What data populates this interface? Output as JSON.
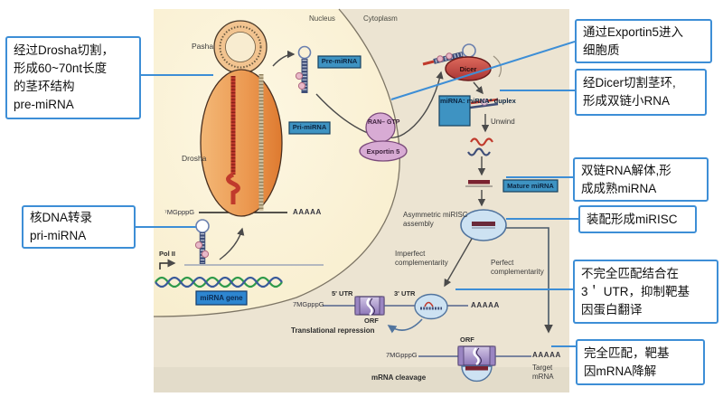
{
  "callouts": {
    "drosha_cut": {
      "lines": [
        "经过Drosha切割，",
        "形成60~70nt长度",
        "的茎环结构",
        "pre-miRNA"
      ]
    },
    "nuclear_tx": {
      "lines": [
        "核DNA转录",
        "pri-miRNA"
      ]
    },
    "exportin": {
      "lines": [
        "通过Exportin5进入",
        "细胞质"
      ]
    },
    "dicer_cut": {
      "lines": [
        "经Dicer切割茎环,",
        "形成双链小RNA"
      ]
    },
    "unwind_step": {
      "lines": [
        "双链RNA解体,形",
        "成成熟miRNA"
      ]
    },
    "risc_step": {
      "lines": [
        "装配形成miRISC"
      ]
    },
    "imperfect": {
      "lines": [
        "不完全匹配结合在",
        "3＇ UTR，抑制靶基",
        "因蛋白翻译"
      ]
    },
    "perfect": {
      "lines": [
        "完全匹配，靶基",
        "因mRNA降解"
      ]
    }
  },
  "diagram": {
    "compartments": {
      "nucleus": "Nucleus",
      "cytoplasm": "Cytoplasm"
    },
    "proteins": {
      "pasha": "Pasha",
      "drosha": "Drosha",
      "ran1": "RAN–",
      "ran2": "GTP",
      "exportin5": "Exportin 5",
      "dicer": "Dicer"
    },
    "rna": {
      "pre_mirna": "Pre-miRNA",
      "pri_mirna": "Pri-miRNA",
      "duplex1": "miRNA:",
      "duplex2": "miRNA*",
      "duplex3": "duplex",
      "mature": "Mature miRNA",
      "gene": "miRNA gene"
    },
    "steps": {
      "unwind": "Unwind",
      "asym1": "Asymmetric miRISC",
      "asym2": "assembly",
      "imp1": "Imperfect",
      "imp2": "complementarity",
      "perf1": "Perfect",
      "perf2": "complementarity",
      "repression": "Translational repression",
      "cleavage": "mRNA cleavage"
    },
    "seq": {
      "cap_nuc": "⁷MGpppG",
      "polya_nuc": "AAAAA",
      "pol2": "Pol II",
      "utr5": "5' UTR",
      "utr3": "3' UTR",
      "cap_rep": "7MGpppG",
      "orf_rep": "ORF",
      "polya_rep": "AAAAA",
      "cap_clv": "7MGpppG",
      "orf_clv": "ORF",
      "polya_clv": "AAAAA",
      "target1": "Target",
      "target2": "mRNA"
    }
  },
  "colors": {
    "callout_border": "#3d8ed6",
    "teal_label": "#3e93c2",
    "gene_label": "#2e86d0",
    "drosha_orange": "#e8873f",
    "dicer_red": "#c24440",
    "purple_protein": "#d8abd4",
    "nucleus_cream": "#faf1d6",
    "cytoplasm_beige": "#ece4d2"
  }
}
